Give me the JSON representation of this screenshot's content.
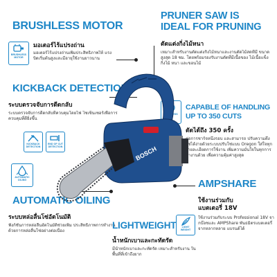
{
  "features": {
    "brushless": {
      "heading": "BRUSHLESS MOTOR",
      "subhead": "มอเตอร์ไร้แปรงถ่าน",
      "body": "มอเตอร์ไร้แปรงถ่านเพิ่มประสิทธิภาพให้ แรงบิดเริ่มต้นสูงและมีอายุใช้งานยาวนาน",
      "icon_label": "BRUSHLESS MOTOR",
      "icon": "motor-icon"
    },
    "pruner": {
      "heading_line1": "PRUNER SAW IS",
      "heading_line2": "IDEAL FOR PRUNING",
      "subhead": "ตัดแต่งกิ่งไม้หนา",
      "body": "เหมาะสำหรับงานตัดแต่งกิ่งไม้หนาและงานตัดไม้สดที่มี ขนาดสูงสุด 18 ซม. โดยพร้อมรองรับงานตัดที่มีเนื้อของ ไม้เนื้อแข็ง กิ่งไม้ หนา และขอนไม้"
    },
    "kickback": {
      "heading": "KICKBACK DETECTION",
      "subhead": "ระบบตรวจจับการดีดกลับ",
      "body": "ระบบตรวจจับการดีดกลับที่ควบคุมโดยไฟ ไซเซ็นเซอร์เพื่อการควบคุมที่ดียิ่งขึ้น",
      "icon1_label": "KICKBACK DETECTION",
      "icon2_label": "END OF CUT DETECTION",
      "icon1": "kickback-icon",
      "icon2": "end-of-cut-icon"
    },
    "capable": {
      "heading_line1": "CAPABLE OF HANDLING",
      "heading_line2": "UP TO 350 CUTS",
      "subhead": "ตัดได้ถึง 350 ครั้ง",
      "body": "ต่อการชาร์จหนึ่งรอบ และสามารถ ปรับความตึงโซ่ได้ง่ายด้วยระบบปรับโซ่แบบ Oregon ใส่ใจทุกรายละเอียดการใช้งาน เพิ่มความมั่นใจในทุกการทำงานด้วย เพื่อความคุ้มค่าสูงสุด",
      "icon_label": "TOOLLESS",
      "icon": "toolless-icon"
    },
    "oiling": {
      "heading": "AUTOMATIC OILING",
      "subhead": "ระบบหล่อลื่นโซ่อัตโนมัติ",
      "body": "ฟังก์ชันการหล่อลื่นอัตโนมัติช่วยเพิ่ม ประสิทธิภาพการทำงานด้วยการหล่อลื่นโซ่อย่างต่อเนื่อง",
      "icon_label": "AUTOMATIC OILING",
      "icon": "oil-drop-icon"
    },
    "ampshare": {
      "heading": "AMPSHARE",
      "subhead_line1": "ใช้งานร่วมกับ",
      "subhead_line2": "แบตเตอรี่ 18V",
      "body": "ใช้งานร่วมกับระบบ Professional 18V จากบ๊อชและ AMPShare พันธมิตรแบตเตอรี่จากหลากหลาย แบรนด์ได้"
    },
    "lightweight": {
      "heading": "LIGHTWEIGHT",
      "subhead": "น้ำหนักเบาและกะทัดรัด",
      "body": "มีน้ำหนักเบาและกะทัดรัด เหมาะสำหรับงาน ในพื้นที่ที่เข้าถึงยาก",
      "icon_label": "LIGHT WEIGHT",
      "icon": "feather-icon"
    }
  },
  "product": {
    "brand": "BOSCH"
  },
  "colors": {
    "accent": "#1d86c7",
    "tool_blue": "#1f4f8e",
    "tool_red": "#d3202a",
    "chain_silver": "#b8bcc2",
    "text": "#111111"
  }
}
